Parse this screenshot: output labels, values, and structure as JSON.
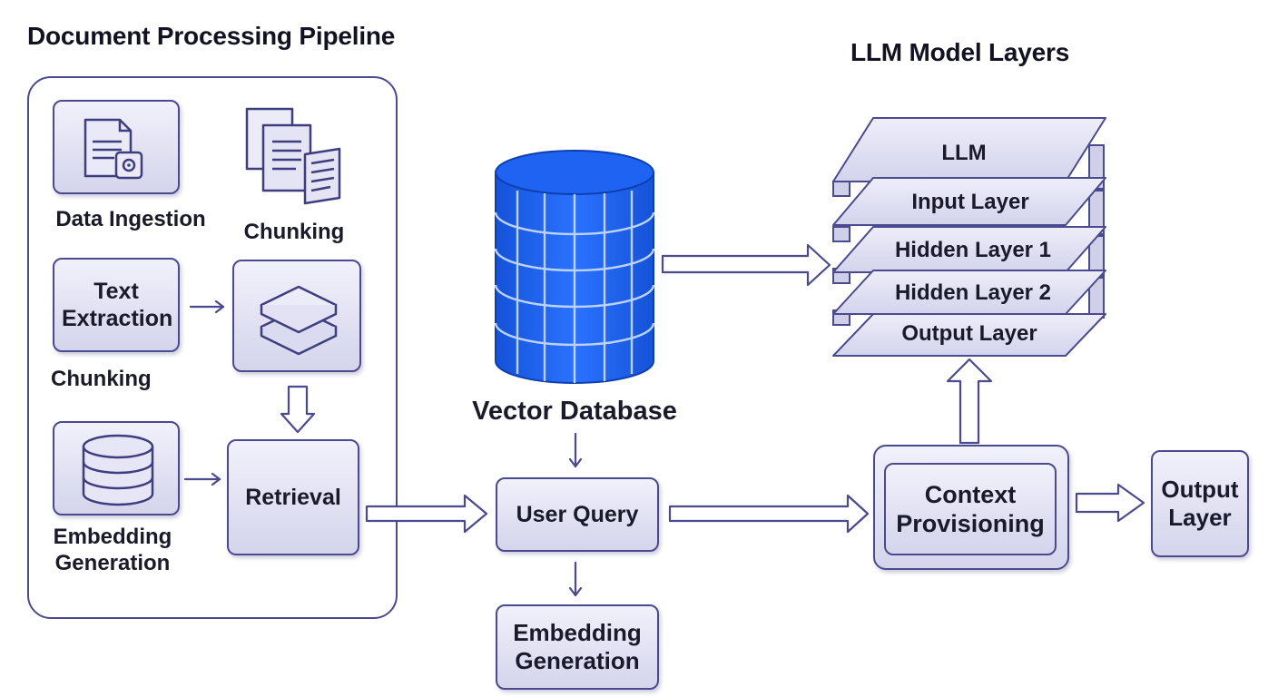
{
  "titles": {
    "pipeline": "Document Processing Pipeline",
    "llm": "LLM Model Layers"
  },
  "pipeline": {
    "data_ingestion": "Data Ingestion",
    "chunking_top": "Chunking",
    "text_extraction": "Text Extraction",
    "chunking_left": "Chunking",
    "retrieval": "Retrieval",
    "embedding_generation": "Embedding Generation"
  },
  "center": {
    "vector_database": "Vector Database",
    "user_query": "User Query",
    "embedding_generation": "Embedding Generation"
  },
  "llm_layers": [
    "LLM",
    "Input Layer",
    "Hidden Layer 1",
    "Hidden Layer 2",
    "Output Layer"
  ],
  "right": {
    "context_provisioning": "Context Provisioning",
    "output_layer": "Output Layer"
  },
  "colors": {
    "outline": "#4b4a8f",
    "database_blue": "#1f64f0",
    "box_fill_top": "#f1f1fb",
    "box_fill_bottom": "#d4d4ec"
  },
  "icons": [
    "document-icon",
    "pages-icon",
    "layers-icon",
    "database-icon",
    "cylinder-database-icon"
  ]
}
